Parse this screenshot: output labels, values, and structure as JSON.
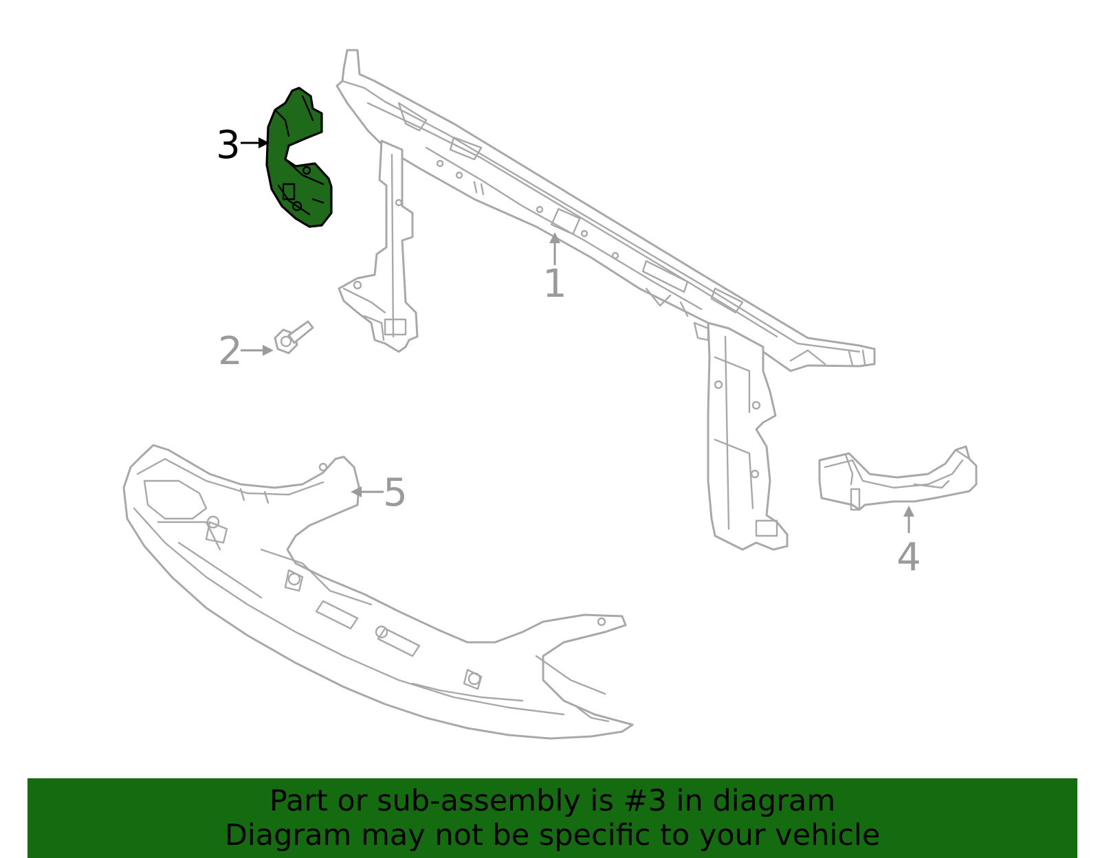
{
  "callouts": [
    {
      "id": "1",
      "label": "1",
      "highlighted": false
    },
    {
      "id": "2",
      "label": "2",
      "highlighted": false
    },
    {
      "id": "3",
      "label": "3",
      "highlighted": true
    },
    {
      "id": "4",
      "label": "4",
      "highlighted": false
    },
    {
      "id": "5",
      "label": "5",
      "highlighted": false
    }
  ],
  "banner": {
    "line1": "Part or sub-assembly is #3 in diagram",
    "line2": "Diagram may not be specific to your vehicle"
  },
  "colors": {
    "highlight_fill": "#1f6a1a",
    "banner_background": "#156b10",
    "part_outline": "#a8a8a8",
    "callout_gray": "#9a9a9a"
  }
}
